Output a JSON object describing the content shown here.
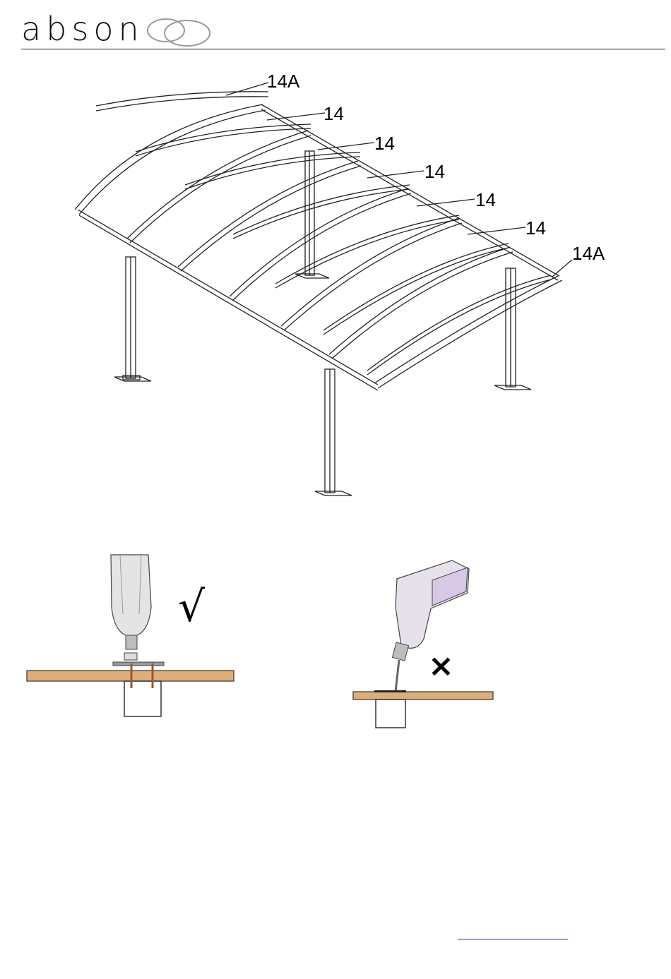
{
  "brand": {
    "name": "abson",
    "logo_icon": "double-ring-logo-icon"
  },
  "canopy": {
    "labels": [
      {
        "id": "end-top",
        "text": "14A"
      },
      {
        "id": "rib-1",
        "text": "14"
      },
      {
        "id": "rib-2",
        "text": "14"
      },
      {
        "id": "rib-3",
        "text": "14"
      },
      {
        "id": "rib-4",
        "text": "14"
      },
      {
        "id": "rib-5",
        "text": "14"
      },
      {
        "id": "end-bottom",
        "text": "14A"
      }
    ]
  },
  "correct": {
    "mark": "√"
  },
  "wrong": {
    "mark": "×"
  },
  "footer": {
    "link_text": ""
  }
}
